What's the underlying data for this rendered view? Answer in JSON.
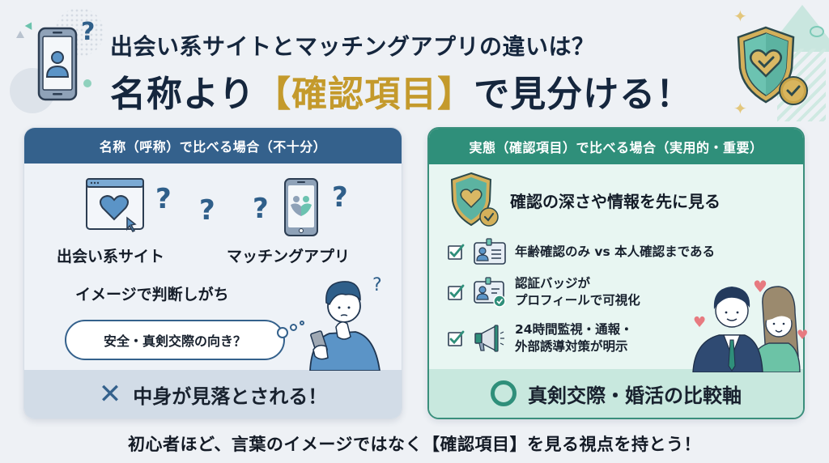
{
  "header": {
    "title_line1": "出会い系サイトとマッチングアプリの違いは？",
    "title_line2_prefix": "名称より",
    "title_line2_highlight": "【確認項目】",
    "title_line2_suffix": "で見分ける！",
    "icons": [
      "smartphone-profile-icon",
      "question-mark-icon",
      "shield-heart-check-icon",
      "sparkle-icon"
    ]
  },
  "left_panel": {
    "heading": "名称（呼称）で比べる場合（不十分）",
    "item_site": "出会い系サイト",
    "item_app": "マッチングアプリ",
    "question_mark": "?",
    "judgement": "イメージで判断しがち",
    "thought_bubble": "安全・真剣交際の向き？",
    "footer_mark": "✕",
    "footer_text": "中身が見落とされる！"
  },
  "right_panel": {
    "heading": "実態（確認項目）で比べる場合（実用的・重要）",
    "lead": "確認の深さや情報を先に見る",
    "checks": [
      {
        "line1": "年齢確認のみ vs 本人確認まである",
        "line2": ""
      },
      {
        "line1": "認証バッジが",
        "line2": "プロフィールで可視化"
      },
      {
        "line1": "24時間監視・通報・",
        "line2": "外部誘導対策が明示"
      }
    ],
    "footer_mark": "○",
    "footer_text": "真剣交際・婚活の比較軸"
  },
  "footer": {
    "message": "初心者ほど、言葉のイメージではなく【確認項目】を見る視点を持とう！"
  },
  "colors": {
    "navy_text": "#15263d",
    "gold_accent": "#c49a2c",
    "left_header_blue": "#34618c",
    "right_header_teal": "#2f8f7a",
    "background": "#eef1f5"
  }
}
